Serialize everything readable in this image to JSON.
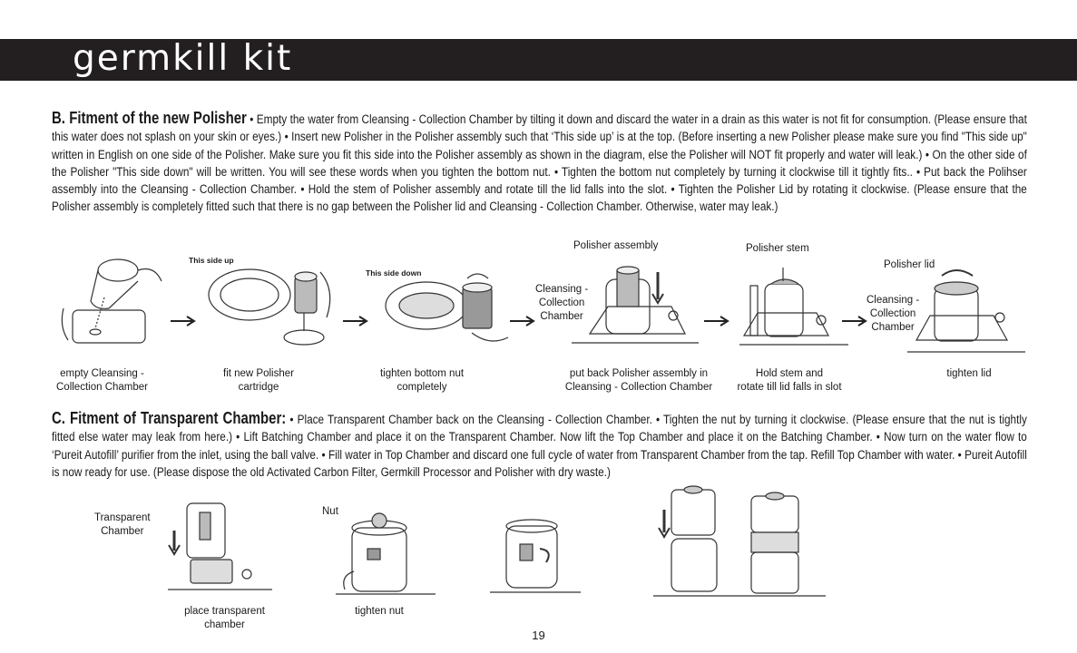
{
  "header": {
    "title": "germkill kit"
  },
  "section_b": {
    "heading": "B. Fitment of the new Polisher",
    "body": " • Empty the water from Cleansing - Collection Chamber by tilting it down and discard the water in a drain as this water is not fit for consumption. (Please ensure that this water does not splash on your skin or eyes.) • Insert new Polisher in the Polisher assembly such that ‘This side up’ is at the top. (Before inserting a new Polisher please make sure you find \"This side up\" written in English on one side of the Polisher. Make sure you fit this side into the Polisher assembly as shown in the diagram, else the Polisher will NOT fit properly and water will leak.) • On the other side of the Polisher \"This side down\" will be written. You will see these words when you tighten the bottom nut. • Tighten the bottom nut completely by turning it clockwise till it tightly fits.. • Put back the Polihser assembly into the Cleansing - Collection Chamber. • Hold the stem of Polisher assembly and rotate till the lid falls into the slot. • Tighten the Polisher Lid by rotating it clockwise. (Please ensure that the Polisher assembly is completely fitted such that there is no gap between the Polisher lid and Cleansing - Collection Chamber. Otherwise, water may leak.)"
  },
  "section_b_figures": {
    "this_side_up": "This side up",
    "this_side_down": "This side down",
    "polisher_assembly": "Polisher assembly",
    "polisher_stem": "Polisher stem",
    "polisher_lid": "Polisher lid",
    "cleansing_chamber_1": "Cleansing -",
    "cleansing_chamber_2": "Collection",
    "cleansing_chamber_3": "Chamber",
    "captions": [
      [
        "empty Cleansing -",
        "Collection Chamber"
      ],
      [
        "fit new Polisher",
        "cartridge"
      ],
      [
        "tighten bottom nut",
        "completely"
      ],
      [
        "put back Polisher assembly in",
        "Cleansing - Collection Chamber"
      ],
      [
        "Hold stem and",
        "rotate till lid falls in slot"
      ],
      [
        "tighten lid",
        ""
      ]
    ]
  },
  "section_c": {
    "heading": "C. Fitment of Transparent Chamber:",
    "body": " • Place Transparent Chamber back on the Cleansing - Collection Chamber. • Tighten the nut by turning it clockwise. (Please ensure that the nut is tightly fitted else water may leak from here.) • Lift Batching Chamber and place it on the Transparent Chamber. Now lift the Top Chamber and place it on the Batching Chamber. • Now turn on the water flow to ‘Pureit Autofill’ purifier from the inlet, using the ball valve. • Fill water in Top Chamber and discard one full cycle of water from Transparent Chamber from the tap. Refill Top Chamber with water. • Pureit Autofill is now ready for use. (Please dispose the old Activated Carbon Filter, Germkill Processor and Polisher with dry waste.)"
  },
  "section_c_figures": {
    "transparent_chamber_1": "Transparent",
    "transparent_chamber_2": "Chamber",
    "nut": "Nut",
    "captions": [
      [
        "place transparent",
        "chamber"
      ],
      [
        "tighten nut",
        ""
      ]
    ]
  },
  "page_number": "19"
}
